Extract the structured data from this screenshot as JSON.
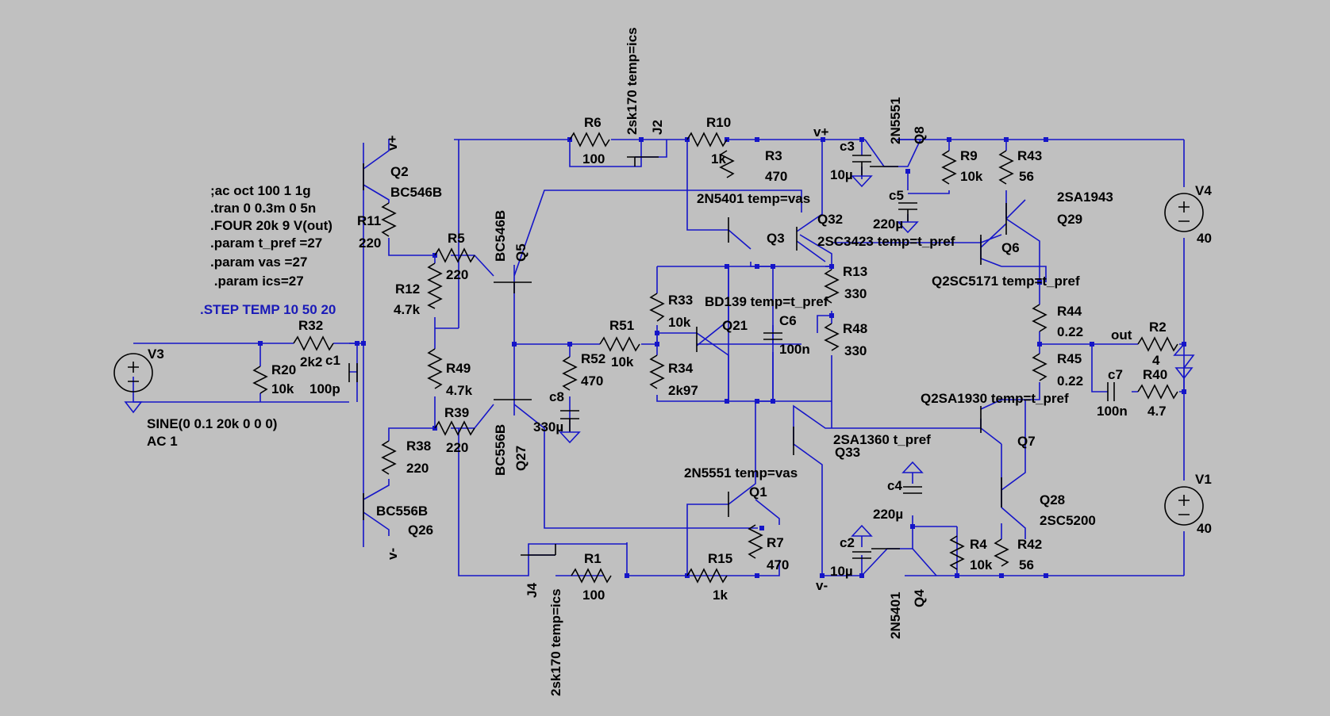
{
  "directives": [
    ";ac oct 100 1 1g",
    ".tran 0 0.3m 0 5n",
    ".FOUR 20k 9 V(out)",
    ".param t_pref =27",
    ".param vas =27",
    " .param ics=27"
  ],
  "step_directive": ".STEP TEMP 10 50 20",
  "sources": {
    "v3": {
      "name": "V3",
      "value1": "SINE(0 0.1 20k 0 0 0)",
      "value2": "AC 1"
    },
    "v4": {
      "name": "V4",
      "value": "40"
    },
    "v1": {
      "name": "V1",
      "value": "40"
    }
  },
  "resistors": {
    "r32": {
      "name": "R32",
      "value": "2k2"
    },
    "r20": {
      "name": "R20",
      "value": "10k"
    },
    "r11": {
      "name": "R11",
      "value": "220"
    },
    "r12": {
      "name": "R12",
      "value": "4.7k"
    },
    "r5": {
      "name": "R5",
      "value": "220"
    },
    "r49": {
      "name": "R49",
      "value": "4.7k"
    },
    "r39": {
      "name": "R39",
      "value": "220"
    },
    "r38": {
      "name": "R38",
      "value": "220"
    },
    "r6": {
      "name": "R6",
      "value": "100"
    },
    "r10": {
      "name": "R10",
      "value": "1k"
    },
    "r3": {
      "name": "R3",
      "value": "470"
    },
    "r33": {
      "name": "R33",
      "value": "10k"
    },
    "r34": {
      "name": "R34",
      "value": "2k97"
    },
    "r51": {
      "name": "R51",
      "value": "10k"
    },
    "r52": {
      "name": "R52",
      "value": "470"
    },
    "r13": {
      "name": "R13",
      "value": "330"
    },
    "r48": {
      "name": "R48",
      "value": "330"
    },
    "r9": {
      "name": "R9",
      "value": "10k"
    },
    "r43": {
      "name": "R43",
      "value": "56"
    },
    "r44": {
      "name": "R44",
      "value": "0.22"
    },
    "r45": {
      "name": "R45",
      "value": "0.22"
    },
    "r2": {
      "name": "R2",
      "value": "4"
    },
    "r40": {
      "name": "R40",
      "value": "4.7"
    },
    "r7": {
      "name": "R7",
      "value": "470"
    },
    "r1": {
      "name": "R1",
      "value": "100"
    },
    "r15": {
      "name": "R15",
      "value": "1k"
    },
    "r4": {
      "name": "R4",
      "value": "10k"
    },
    "r42": {
      "name": "R42",
      "value": "56"
    }
  },
  "capacitors": {
    "c1": {
      "name": "c1",
      "value": "100p"
    },
    "c8": {
      "name": "c8",
      "value": "330µ"
    },
    "c6": {
      "name": "C6",
      "value": "100n"
    },
    "c3": {
      "name": "c3",
      "value": "10µ"
    },
    "c5": {
      "name": "c5",
      "value": "220µ"
    },
    "c7": {
      "name": "c7",
      "value": "100n"
    },
    "c4": {
      "name": "c4",
      "value": "220µ"
    },
    "c2": {
      "name": "c2",
      "value": "10µ"
    }
  },
  "transistors": {
    "q2": {
      "name": "Q2",
      "model": "BC546B"
    },
    "q26": {
      "name": "Q26",
      "model": "BC556B"
    },
    "q5": {
      "name": "Q5",
      "model": "BC546B"
    },
    "q27": {
      "name": "Q27",
      "model": "BC556B"
    },
    "j2": {
      "name": "J2",
      "model": "2sk170 temp=ics"
    },
    "j4": {
      "name": "J4",
      "model": "2sk170 temp=ics"
    },
    "q32": {
      "name": "Q32",
      "model": "2N5401 temp=vas"
    },
    "q3": {
      "name": "Q3",
      "model": "2SC3423 temp=t_pref"
    },
    "q21": {
      "name": "Q21",
      "model": "BD139 temp=t_pref"
    },
    "q33": {
      "name": "Q33",
      "model": "2SA1360 t_pref"
    },
    "q1": {
      "name": "Q1",
      "model": "2N5551 temp=vas"
    },
    "q8": {
      "name": "Q8",
      "model": "2N5551"
    },
    "q4": {
      "name": "Q4",
      "model": "2N5401"
    },
    "q6": {
      "name": "Q6",
      "model": "Q2SC5171 temp=t_pref"
    },
    "q7": {
      "name": "Q7",
      "model": "Q2SA1930 temp=t_pref"
    },
    "q29": {
      "name": "Q29",
      "model": "2SA1943"
    },
    "q28": {
      "name": "Q28",
      "model": "2SC5200"
    }
  },
  "nets": {
    "vplus_a": "v+",
    "vminus_a": "v-",
    "vplus_b": "v+",
    "vminus_b": "v-",
    "out": "out"
  }
}
